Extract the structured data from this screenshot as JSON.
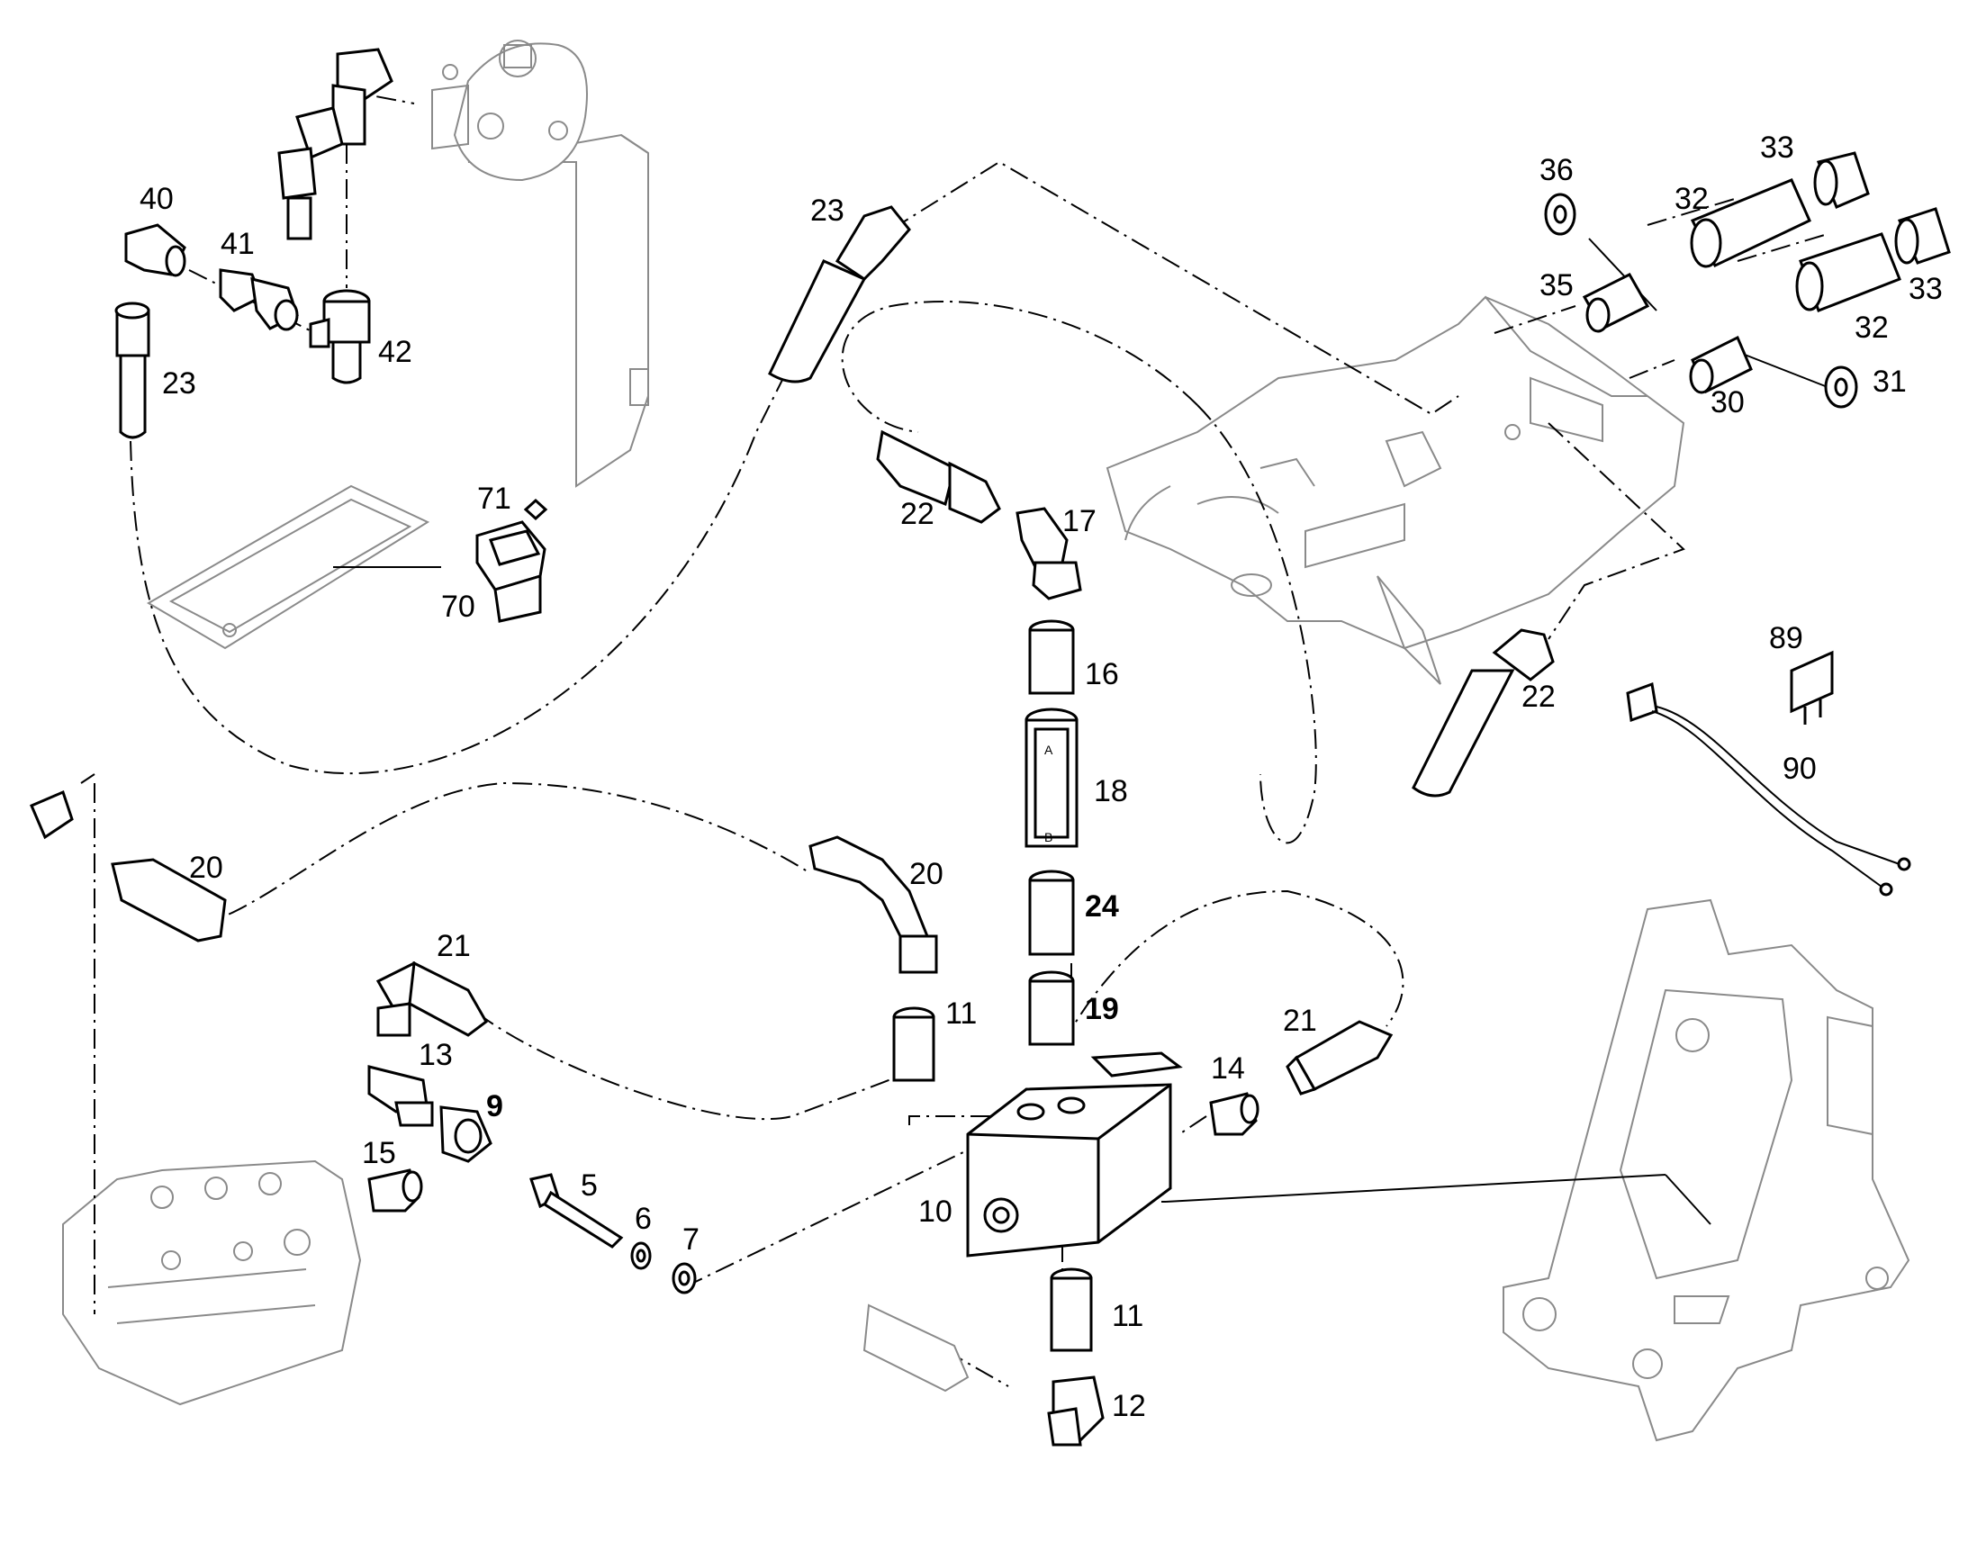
{
  "diagram": {
    "type": "exploded-parts-diagram",
    "callouts": [
      {
        "id": "c-40",
        "text": "40"
      },
      {
        "id": "c-41",
        "text": "41"
      },
      {
        "id": "c-42",
        "text": "42"
      },
      {
        "id": "c-23a",
        "text": "23"
      },
      {
        "id": "c-23b",
        "text": "23"
      },
      {
        "id": "c-71",
        "text": "71"
      },
      {
        "id": "c-70",
        "text": "70"
      },
      {
        "id": "c-22a",
        "text": "22"
      },
      {
        "id": "c-17",
        "text": "17"
      },
      {
        "id": "c-16",
        "text": "16"
      },
      {
        "id": "c-18",
        "text": "18"
      },
      {
        "id": "c-24",
        "text": "24"
      },
      {
        "id": "c-19",
        "text": "19"
      },
      {
        "id": "c-20a",
        "text": "20"
      },
      {
        "id": "c-20b",
        "text": "20"
      },
      {
        "id": "c-21a",
        "text": "21"
      },
      {
        "id": "c-21b",
        "text": "21"
      },
      {
        "id": "c-11a",
        "text": "11"
      },
      {
        "id": "c-11b",
        "text": "11"
      },
      {
        "id": "c-13",
        "text": "13"
      },
      {
        "id": "c-9",
        "text": "9"
      },
      {
        "id": "c-15",
        "text": "15"
      },
      {
        "id": "c-5",
        "text": "5"
      },
      {
        "id": "c-6",
        "text": "6"
      },
      {
        "id": "c-7",
        "text": "7"
      },
      {
        "id": "c-10",
        "text": "10"
      },
      {
        "id": "c-14",
        "text": "14"
      },
      {
        "id": "c-12",
        "text": "12"
      },
      {
        "id": "c-36",
        "text": "36"
      },
      {
        "id": "c-35",
        "text": "35"
      },
      {
        "id": "c-32a",
        "text": "32"
      },
      {
        "id": "c-32b",
        "text": "32"
      },
      {
        "id": "c-33a",
        "text": "33"
      },
      {
        "id": "c-33b",
        "text": "33"
      },
      {
        "id": "c-30",
        "text": "30"
      },
      {
        "id": "c-31",
        "text": "31"
      },
      {
        "id": "c-22b",
        "text": "22"
      },
      {
        "id": "c-89",
        "text": "89"
      },
      {
        "id": "c-90",
        "text": "90"
      }
    ],
    "valve_port_labels": {
      "top": "A",
      "bottom": "B"
    }
  }
}
